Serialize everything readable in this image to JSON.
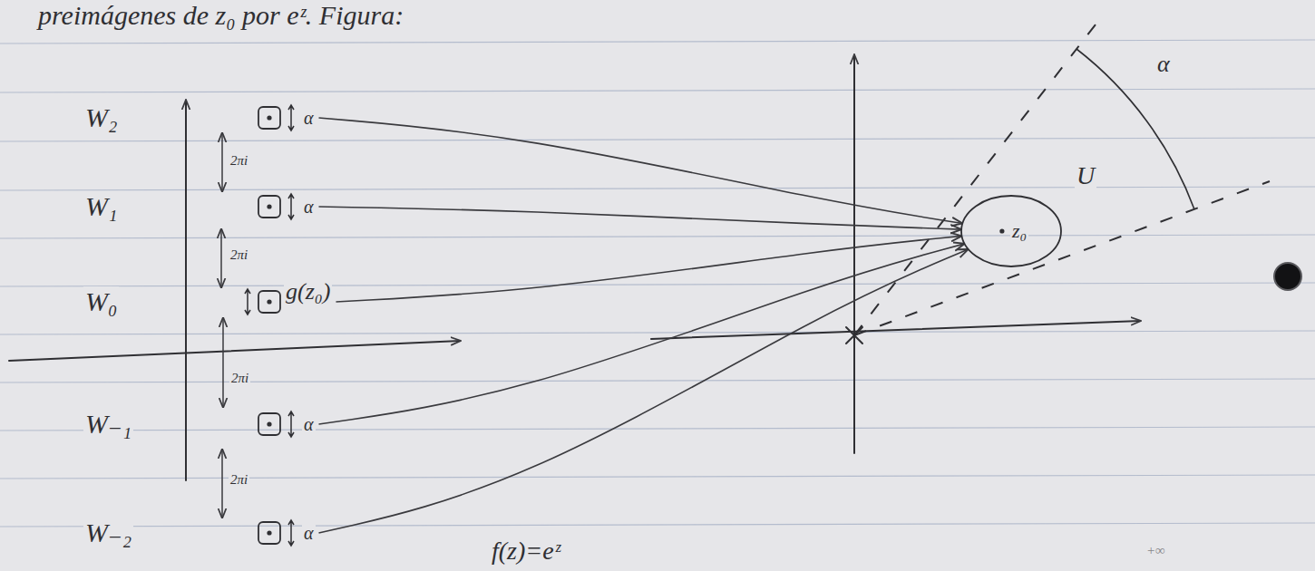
{
  "diagram": {
    "title": "preimágenes de z₀ por eᶻ. Figura:",
    "nodes": [
      {
        "text": [
          "W₂",
          "α"
        ]
      },
      {
        "text": [
          "W₁",
          "α"
        ]
      },
      {
        "text": [
          "W₀",
          "g(z₀)"
        ]
      },
      {
        "text": [
          "W₋₁",
          "α"
        ]
      },
      {
        "text": [
          "W₋₂",
          "α"
        ]
      },
      {
        "text": [
          "z₀"
        ]
      }
    ],
    "edges": [
      {
        "from": 0,
        "to": 5,
        "arrow": "to"
      },
      {
        "from": 1,
        "to": 5,
        "arrow": "to"
      },
      {
        "from": 2,
        "to": 5,
        "arrow": "to"
      },
      {
        "from": 3,
        "to": 5,
        "arrow": "to"
      },
      {
        "from": 4,
        "to": 5,
        "arrow": "to"
      }
    ],
    "labels": [
      "2πi",
      "2πi",
      "2πi",
      "2πi",
      "U",
      "α",
      "f(z)=eᶻ",
      "+∞"
    ]
  }
}
